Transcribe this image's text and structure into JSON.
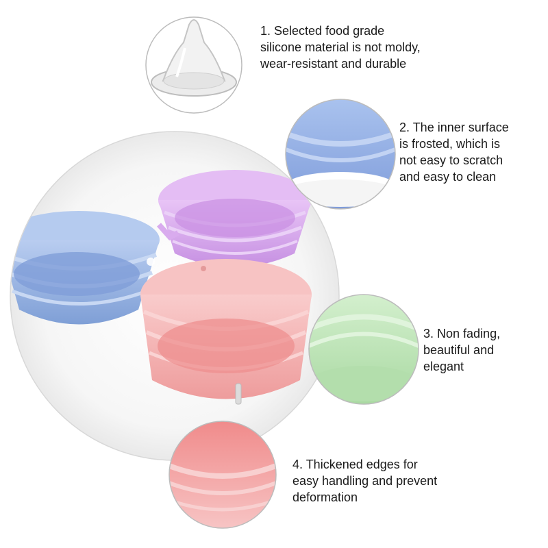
{
  "features": [
    {
      "lines": [
        "1. Selected food grade",
        "silicone material is not moldy,",
        "wear-resistant and durable"
      ]
    },
    {
      "lines": [
        "2. The inner surface",
        "is frosted, which is",
        "not easy to scratch",
        "and easy to clean"
      ]
    },
    {
      "lines": [
        "3. Non fading,",
        "beautiful and",
        "elegant"
      ]
    },
    {
      "lines": [
        "4. Thickened edges for",
        "easy handling and prevent",
        "deformation"
      ]
    }
  ],
  "colors": {
    "bowl_blue": "#9fb8e3",
    "bowl_purple": "#d8a8ec",
    "bowl_pink": "#f4b4b4",
    "bowl_green": "#bfe3b8",
    "bowl_red": "#f2a0a0",
    "text": "#1a1a1a"
  },
  "icons": [
    "nipple-icon",
    "blue-bowl-closeup",
    "green-bowl-closeup",
    "pink-bowl-closeup"
  ]
}
